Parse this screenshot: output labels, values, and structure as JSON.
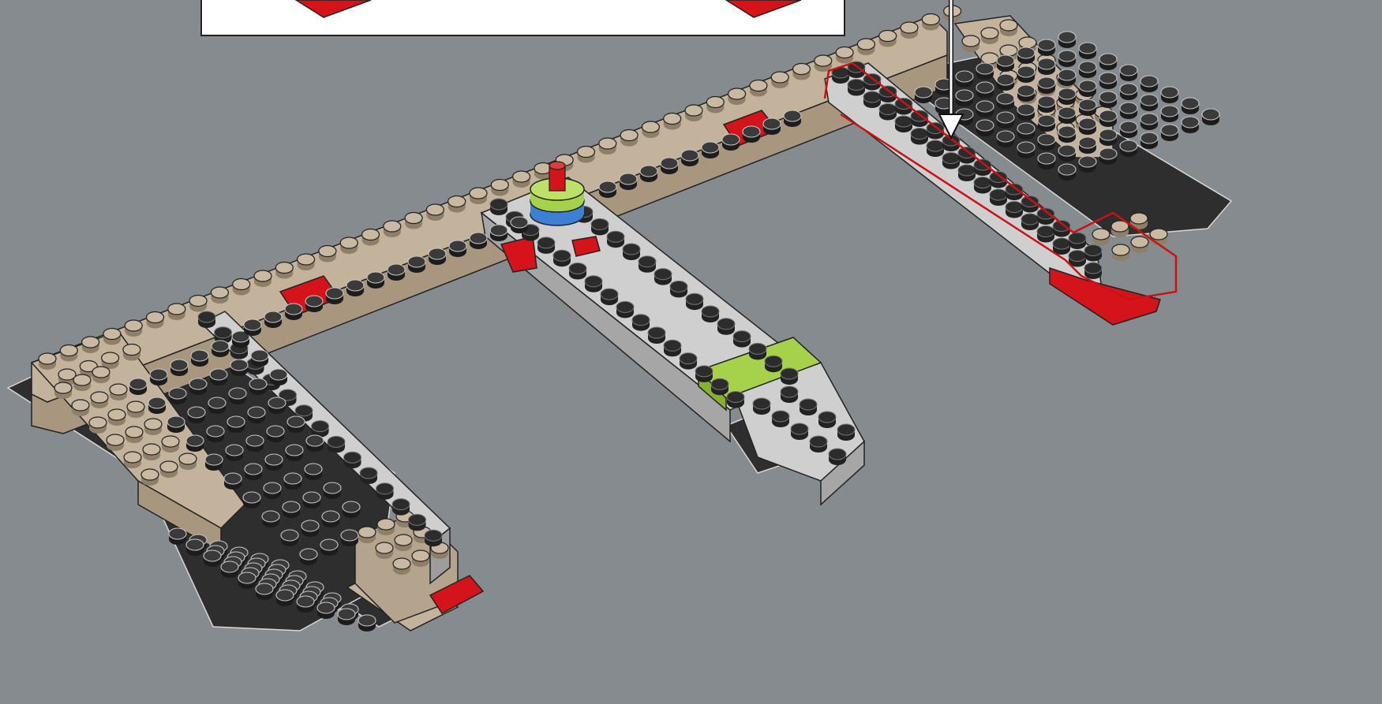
{
  "scene": {
    "kind": "building-instruction-step",
    "background_color": "#858b8f",
    "colors": {
      "dark_plate": "#3a3a3a",
      "dark_stud": "#4a4a4a",
      "light_gray": "#c9c9c9",
      "light_gray_side": "#a9a9a9",
      "tan": "#c3b39d",
      "tan_side": "#a8977e",
      "red": "#d4141a",
      "lime": "#a6d14b",
      "blue": "#3d7fd0",
      "highlight_outline": "#cc1111",
      "arrow": "#ffffff"
    },
    "callout_box": {
      "background": "#ffffff",
      "border": "#222222"
    },
    "elements": {
      "callout": "callout-box",
      "arrow": "placement-arrow",
      "highlight": "new-part-highlight-outline"
    }
  }
}
